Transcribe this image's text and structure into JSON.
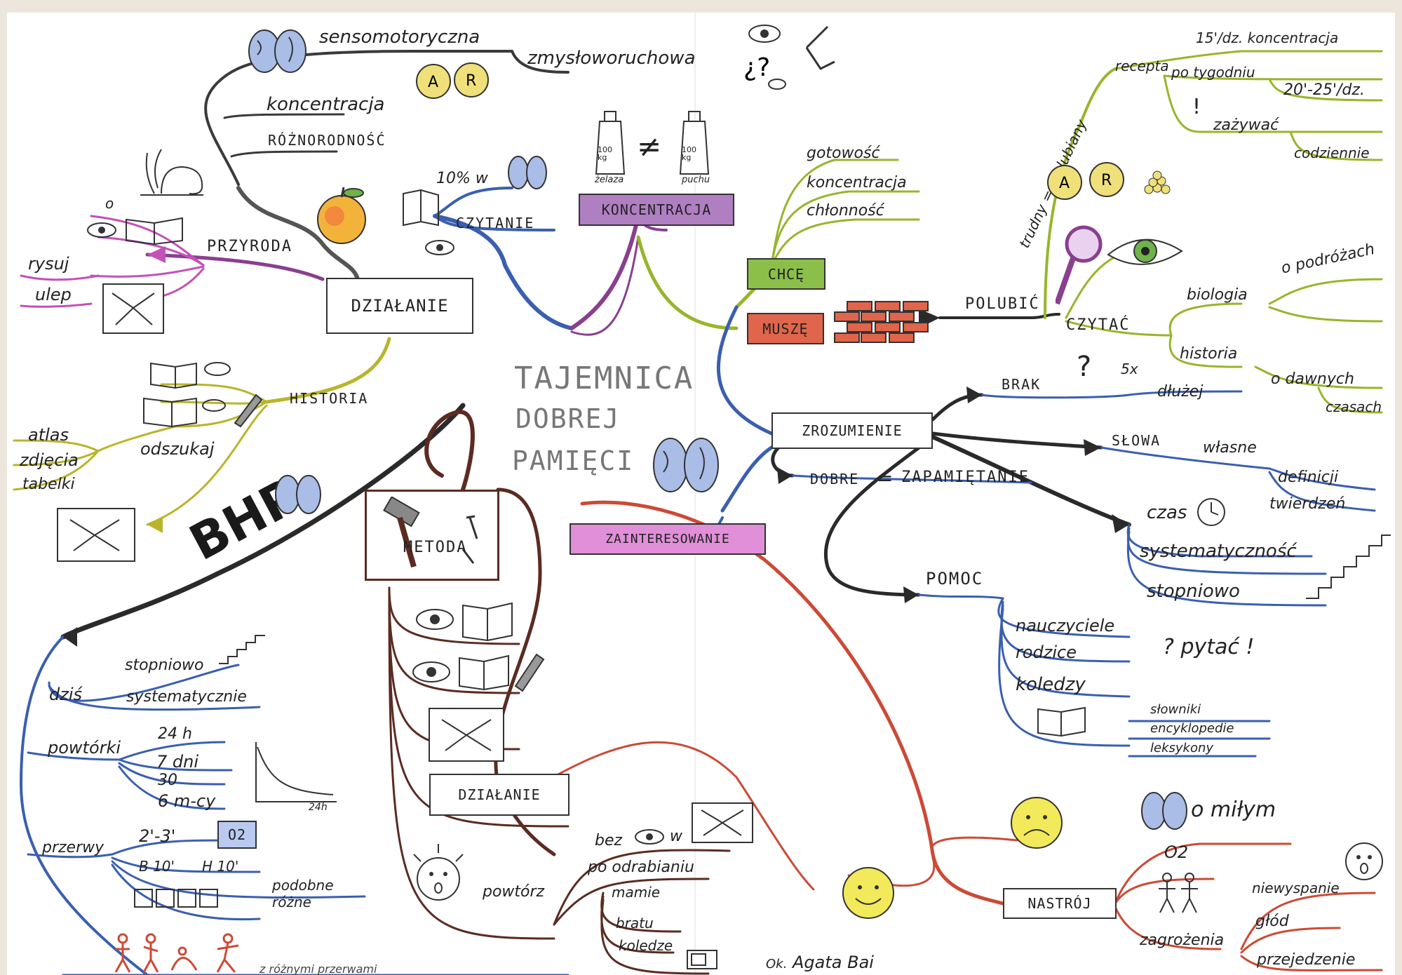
{
  "title": {
    "line1": "TAJEMNICA",
    "line2": "DOBREJ",
    "line3": "PAMIĘCI"
  },
  "author": "Agata Bai",
  "author_prefix": "Ok.",
  "colors": {
    "blue": "#3a5fb0",
    "green": "#98b52a",
    "purple": "#8a3f8f",
    "brown": "#5b2b22",
    "red": "#cc4a36",
    "olive": "#b9b52a",
    "black": "#2a2a2a",
    "koncentracja_box": "#b07fc2",
    "chce_box": "#8bbf4a",
    "musze_box": "#e0654a",
    "zainteresowanie_box": "#e08fd8"
  },
  "top": {
    "sensomotoryczna": "sensomotoryczna",
    "zmyslowo": "zmysłoworuchowa",
    "koncentracja": "koncentracja",
    "roznorodnosc": "RÓŻNORODNOŚĆ"
  },
  "left": {
    "przyroda": "PRZYRODA",
    "rysuj": "rysuj",
    "ulep": "ulep",
    "o": "o",
    "dzialanie": "DZIAŁANIE",
    "historia": "HISTORIA",
    "atlas": "atlas",
    "zdjecia": "zdjęcia",
    "tabelki": "tabelki",
    "odszukaj": "odszukaj",
    "bhp": "BHP"
  },
  "czytanie": {
    "percent": "10% w",
    "label": "CZYTANIE"
  },
  "koncentracja": {
    "label": "KONCENTRACJA",
    "w1": "100 kg",
    "w2": "100 kg",
    "zelaza": "żelaza",
    "puchu": "puchu",
    "neq": "≠"
  },
  "chce": {
    "label": "CHCĘ",
    "gotowosc": "gotowość",
    "koncentracja": "koncentracja",
    "chlonnosc": "chłonność"
  },
  "musze": {
    "label": "MUSZĘ"
  },
  "right_top": {
    "trudny": "trudny = nielubiany",
    "recepta": "recepta",
    "k15": "15'/dz. koncentracja",
    "po_tyg": "po tygodniu",
    "k20": "20'-25'/dz.",
    "zazywac": "zażywać",
    "codziennie": "codziennie",
    "excl": "!"
  },
  "polubic": {
    "label": "POLUBIĆ",
    "czytac": "CZYTAĆ",
    "biologia": "biologia",
    "o_podrozach": "o podróżach",
    "historia": "historia",
    "o_dawnych": "o dawnych",
    "czasach": "czasach"
  },
  "zrozumienie": {
    "label": "ZROZUMIENIE",
    "brak": "BRAK",
    "q": "?",
    "x5": "5x",
    "dluzej": "dłużej",
    "slowa": "SŁOWA",
    "wlasne": "własne",
    "definicji": "definicji",
    "twierdzen": "twierdzeń",
    "dobre": "DOBRE",
    "eq": "=",
    "zapamietanie": "ZAPAMIĘTANIE",
    "czas": "czas",
    "systematycznosc": "systematyczność",
    "stopniowo": "stopniowo"
  },
  "pomoc": {
    "label": "POMOC",
    "nauczyciele": "nauczyciele",
    "rodzice": "rodzice",
    "koledzy": "koledzy",
    "pytac": "? pytać !",
    "slowniki": "słowniki",
    "encyklopedie": "encyklopedie",
    "leksykony": "leksykony"
  },
  "zainteresowanie": {
    "label": "ZAINTERESOWANIE"
  },
  "metoda": {
    "label": "METODA",
    "dzialanie": "DZIAŁANIE",
    "powtorz": "powtórz",
    "bez": "bez",
    "w": "w",
    "po_odrabianiu": "po odrabianiu",
    "mamie": "mamie",
    "bratu": "bratu",
    "koledze": "koledze"
  },
  "bhp_branch": {
    "dzis": "dziś",
    "stopniowo": "stopniowo",
    "systematycznie": "systematycznie",
    "powtorki": "powtórki",
    "h24": "24 h",
    "dni7": "7 dni",
    "n30": "30",
    "m6": "6 m-cy",
    "graph_x": "24h",
    "przerwy": "przerwy",
    "t23": "2'-3'",
    "o2": "O2",
    "b10": "B 10'",
    "h10": "H 10'",
    "podobne": "podobne",
    "rozne": "różne",
    "bottom_note": "z różnymi przerwami"
  },
  "nastroj": {
    "label": "NASTRÓJ",
    "o_milym": "o miłym",
    "o2": "O2",
    "zagrozenia": "zagrożenia",
    "niewyspanie": "niewyspanie",
    "glod": "głód",
    "przejedzenie": "przejedzenie"
  }
}
